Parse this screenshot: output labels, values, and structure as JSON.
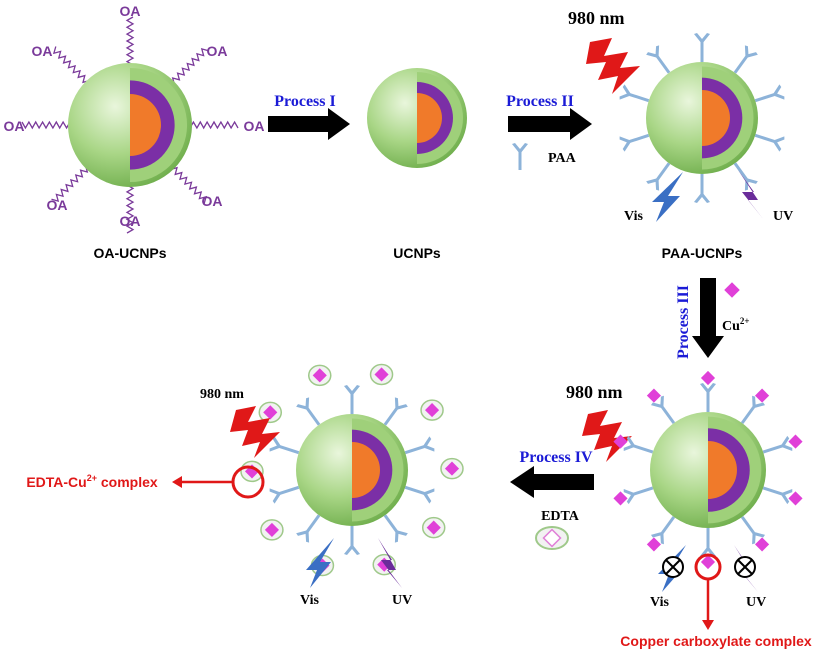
{
  "labels": {
    "oa": "OA",
    "oa_ucnps": "OA-UCNPs",
    "ucnps": "UCNPs",
    "paa_ucnps": "PAA-UCNPs",
    "process1": "Process I",
    "process2": "Process II",
    "process3": "Process III",
    "process4": "Process IV",
    "paa": "PAA",
    "nm980": "980 nm",
    "vis": "Vis",
    "uv": "UV",
    "cu": "Cu",
    "cu_sup": "2+",
    "edta": "EDTA",
    "edta_complex": "EDTA-Cu",
    "edta_complex_sup": "2+",
    "edta_complex_tail": " complex",
    "copper_complex": "Copper carboxylate complex"
  },
  "colors": {
    "shell": "#9fd07a",
    "core_purple": "#7b2fa6",
    "core_orange": "#f07a2a",
    "ligand": "#8db3d9",
    "oa_chain": "#7a3a9a",
    "process_text": "#1b1bd6",
    "cu_marker": "#e040d8",
    "laser_red": "#e01818",
    "vis_blue": "#3a6fc4",
    "uv_purple": "#6a2c9a",
    "annotation_red": "#e01818"
  }
}
